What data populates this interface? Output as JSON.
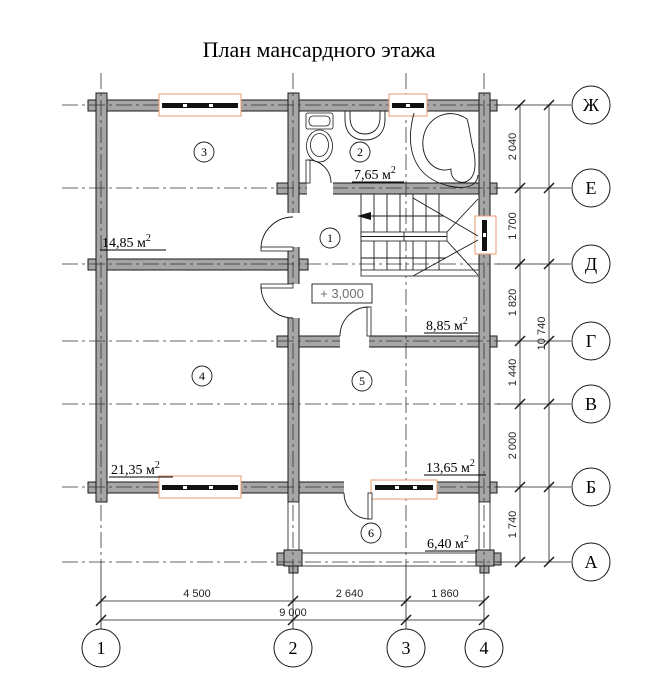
{
  "title": "План мансардного этажа",
  "elevation": {
    "label": "+ 3,000"
  },
  "rooms": [
    {
      "num": "1",
      "area": "8,85 м",
      "sup": "2"
    },
    {
      "num": "2",
      "area": "7,65 м",
      "sup": "2"
    },
    {
      "num": "3",
      "area": "14,85 м",
      "sup": "2"
    },
    {
      "num": "4",
      "area": "21,35 м",
      "sup": "2"
    },
    {
      "num": "5",
      "area": "13,65 м",
      "sup": "2"
    },
    {
      "num": "6",
      "area": "6,40 м",
      "sup": "2"
    }
  ],
  "axes": {
    "rows": [
      "Ж",
      "Е",
      "Д",
      "Г",
      "В",
      "Б",
      "А"
    ],
    "cols": [
      "1",
      "2",
      "3",
      "4"
    ]
  },
  "dimensions": {
    "vertical": [
      "2 040",
      "1 700",
      "1 820",
      "1 440",
      "2 000",
      "1 740"
    ],
    "vertical_total": "10 740",
    "horizontal": [
      "4 500",
      "2 640",
      "1 860"
    ],
    "horizontal_total": "9 000"
  },
  "colors": {
    "wall_fill": "#a6a6a6",
    "window_frame": "#e89b6c",
    "elevation_text": "#6e6e6e"
  }
}
